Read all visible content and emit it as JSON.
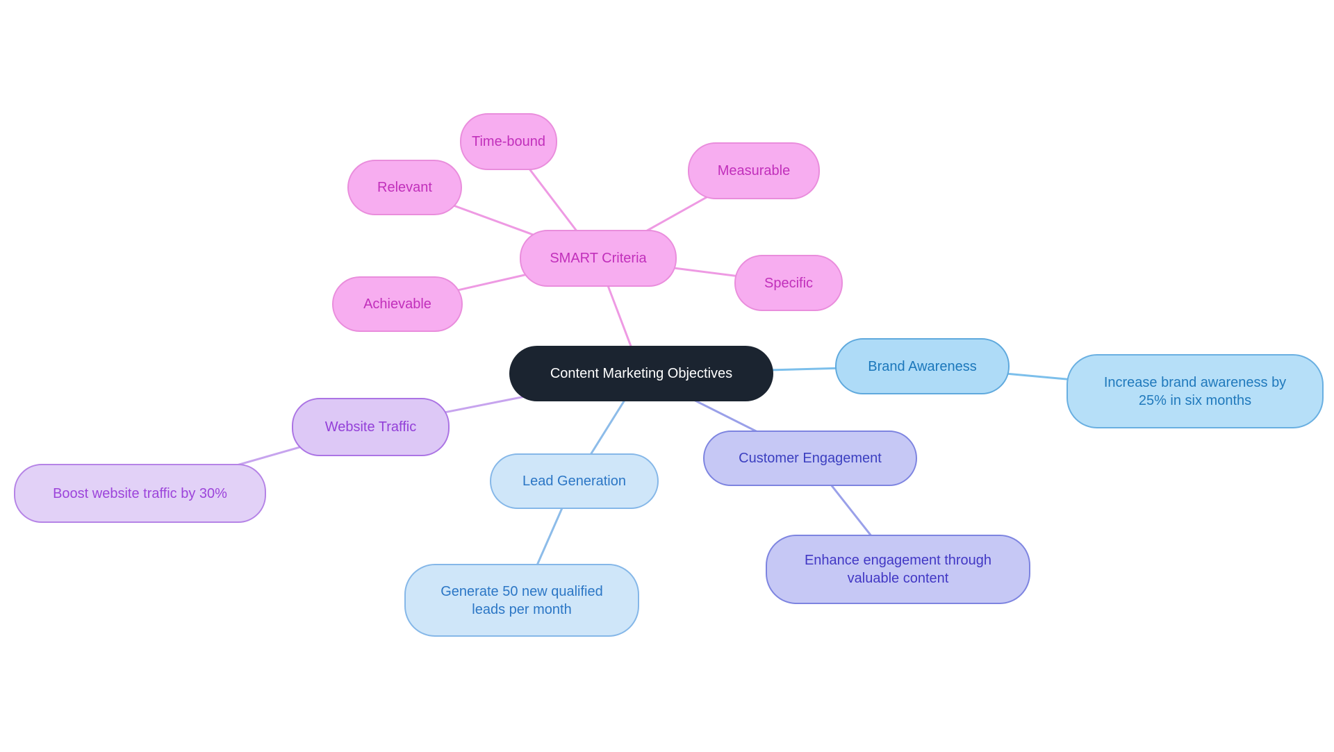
{
  "diagram": {
    "type": "mindmap",
    "background": "#ffffff",
    "root": {
      "label": "Content Marketing Objectives",
      "bg_color": "#1b2430",
      "text_color": "#ffffff"
    },
    "branches": [
      {
        "id": "smart_criteria",
        "label": "SMART Criteria",
        "fill": "#f7adf0",
        "border": "#e98ddc",
        "text_color": "#c12fbb",
        "line_color": "#ee9ae3",
        "children": [
          {
            "label": "Time-bound"
          },
          {
            "label": "Relevant"
          },
          {
            "label": "Measurable"
          },
          {
            "label": "Achievable"
          },
          {
            "label": "Specific"
          }
        ]
      },
      {
        "id": "brand_awareness",
        "label": "Brand Awareness",
        "fill": "#aedbf7",
        "border": "#5fa9dd",
        "text_color": "#1b77bb",
        "line_color": "#7cbfeb",
        "children": [
          {
            "label": "Increase brand awareness by 25% in six months"
          }
        ]
      },
      {
        "id": "customer_engagement",
        "label": "Customer Engagement",
        "fill": "#c6c8f5",
        "border": "#7d84e0",
        "text_color": "#3b3fc0",
        "line_color": "#9aa0e9",
        "children": [
          {
            "label": "Enhance engagement through valuable content"
          }
        ]
      },
      {
        "id": "lead_generation",
        "label": "Lead Generation",
        "fill": "#cfe6f9",
        "border": "#85b7e8",
        "text_color": "#2b76c5",
        "line_color": "#8dbce9",
        "children": [
          {
            "label": "Generate 50 new qualified leads per month"
          }
        ]
      },
      {
        "id": "website_traffic",
        "label": "Website Traffic",
        "fill": "#ddc8f6",
        "border": "#ab74e4",
        "text_color": "#9340d8",
        "line_color": "#c7a4ee",
        "children": [
          {
            "label": "Boost website traffic by 30%"
          }
        ]
      }
    ]
  }
}
